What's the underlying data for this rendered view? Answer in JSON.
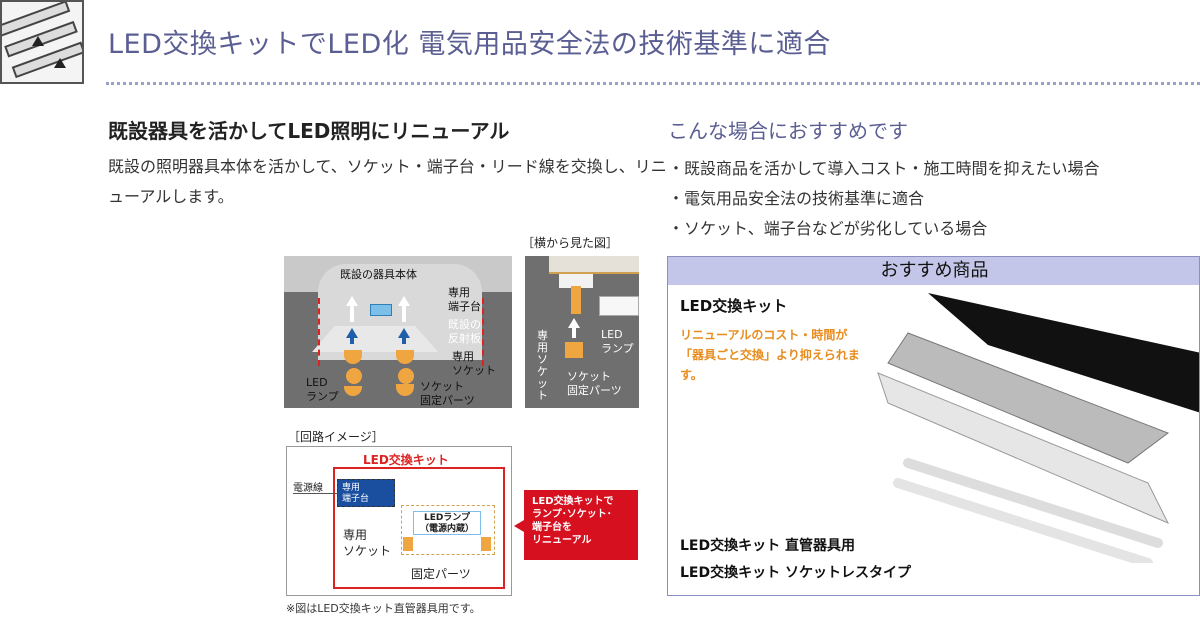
{
  "page_title": "LED交換キットでLED化 電気用品安全法の技術基準に適合",
  "left": {
    "heading": "既設器具を活かしてLED照明にリニューアル",
    "body": "既設の照明器具本体を活かして、ソケット・端子台・リード線を交換し、リニューアルします。"
  },
  "right": {
    "heading": "こんな場合におすすめです",
    "bullets": [
      "既設商品を活かして導入コスト・施工時間を抑えたい場合",
      "電気用品安全法の技術基準に適合",
      "ソケット、端子台などが劣化している場合"
    ]
  },
  "front_diagram": {
    "body_label": "既設の器具本体",
    "terminal_label": "専用\n端子台",
    "reflector_label": "既設の\n反射板",
    "socket_label": "専用\nソケット",
    "lamp_label": "LED\nランプ",
    "fixing_label": "ソケット\n固定パーツ"
  },
  "side_diagram": {
    "caption": "［横から見た図］",
    "socket_label": "専用ソケット",
    "lamp_label": "LED\nランプ",
    "fixing_label": "ソケット\n固定パーツ"
  },
  "circuit": {
    "caption": "［回路イメージ］",
    "kit_title": "LED交換キット",
    "power_label": "電源線",
    "terminal_label": "専用\n端子台",
    "lamp_label": "LEDランプ\n（電源内蔵）",
    "socket_label": "専用\nソケット",
    "fixing_label": "固定パーツ"
  },
  "callout": "LED交換キットで\nランプ･ソケット･\n端子台を\nリニューアル",
  "footnote": "※図はLED交換キット直管器具用です。",
  "recommended": {
    "header": "おすすめ商品",
    "product": "LED交換キット",
    "description": "リニューアルのコスト・時間が「器具ごと交換」より抑えられます。",
    "type1": "LED交換キット 直管器具用",
    "type2": "LED交換キット ソケットレスタイプ"
  },
  "colors": {
    "title": "#5a5e92",
    "accent_red": "#d6101e",
    "accent_orange": "#e88c1e",
    "rec_header": "#c3c6e8"
  }
}
